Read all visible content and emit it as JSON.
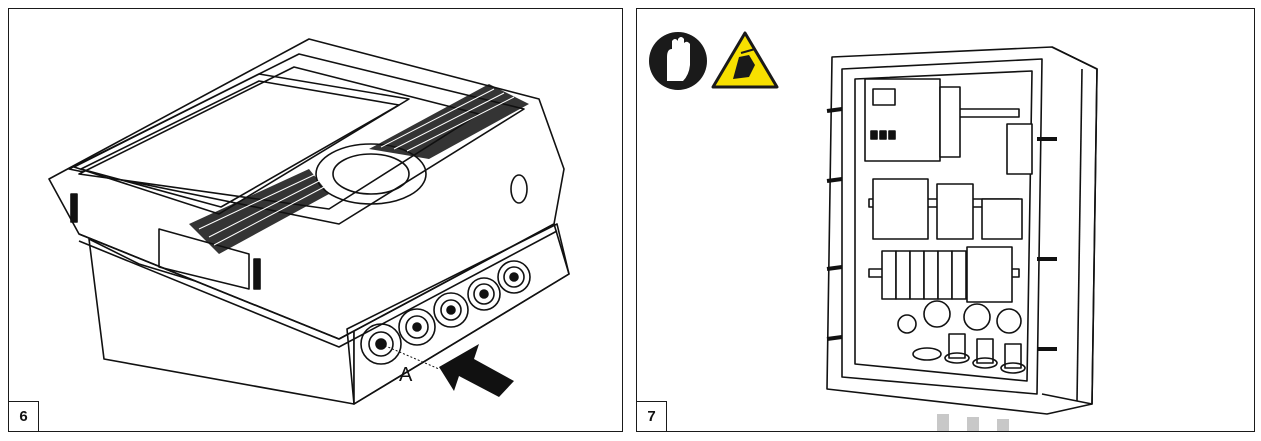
{
  "figures": [
    {
      "number": "6",
      "callout": "A"
    },
    {
      "number": "7"
    }
  ],
  "icons": [
    "gloves-mandatory-icon",
    "hand-cut-hazard-warning-icon"
  ],
  "colors": {
    "warning_yellow": "#f7e000",
    "mandatory_black": "#1a1a1a"
  }
}
